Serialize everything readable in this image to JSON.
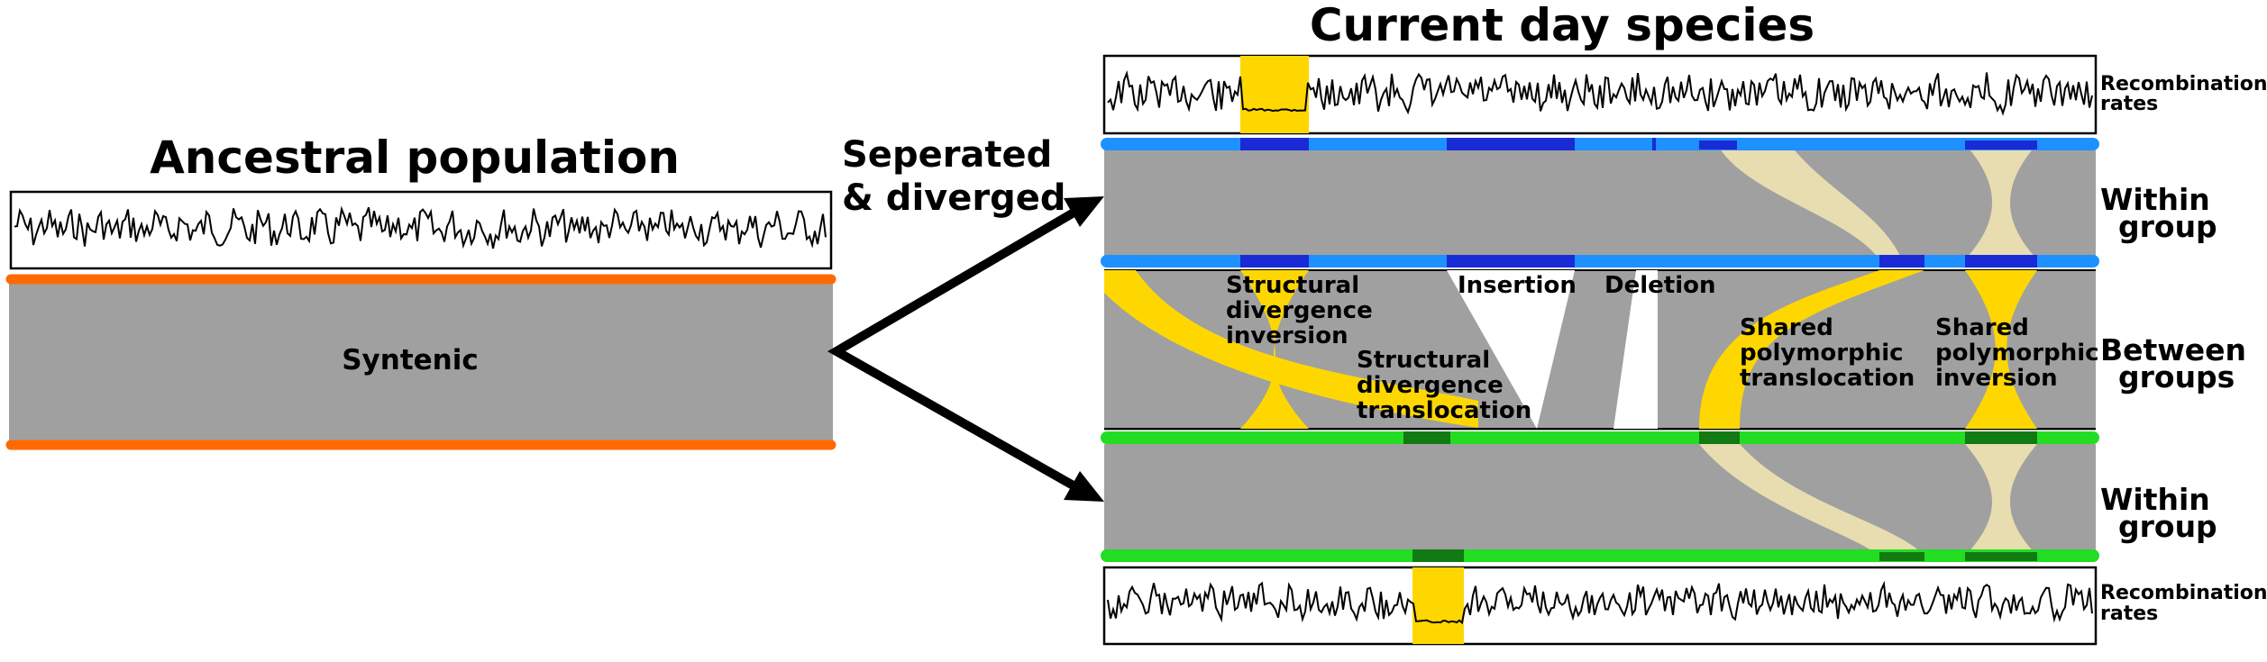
{
  "ancestral": {
    "title": "Ancestral population",
    "region_label": "Syntenic"
  },
  "transition": {
    "line1": "Seperated",
    "line2": "& diverged"
  },
  "current": {
    "title": "Current day species"
  },
  "side_labels": {
    "recomb_line1": "Recombination",
    "recomb_line2": "rates",
    "within_line1": "Within",
    "within_line2": "group",
    "between_line1": "Between",
    "between_line2": "groups"
  },
  "annotations": {
    "sd_inversion": [
      "Structural",
      "divergence",
      "inversion"
    ],
    "sd_translocation": [
      "Structural",
      "divergence",
      "translocation"
    ],
    "insertion": "Insertion",
    "deletion": "Deletion",
    "shared_translocation": [
      "Shared",
      "polymorphic",
      "translocation"
    ],
    "shared_inversion": [
      "Shared",
      "polymorphic",
      "inversion"
    ]
  },
  "colors": {
    "ancestral_chromosome": "#ff6a00",
    "group1_chromosome": "#1e90ff",
    "group1_feature": "#1a2bd6",
    "group2_chromosome": "#22dd22",
    "group2_feature": "#127a12",
    "syntenic": "#a0a0a0",
    "structural_variant": "#ffd700",
    "shared_polymorphism": "#e8ddb0"
  }
}
